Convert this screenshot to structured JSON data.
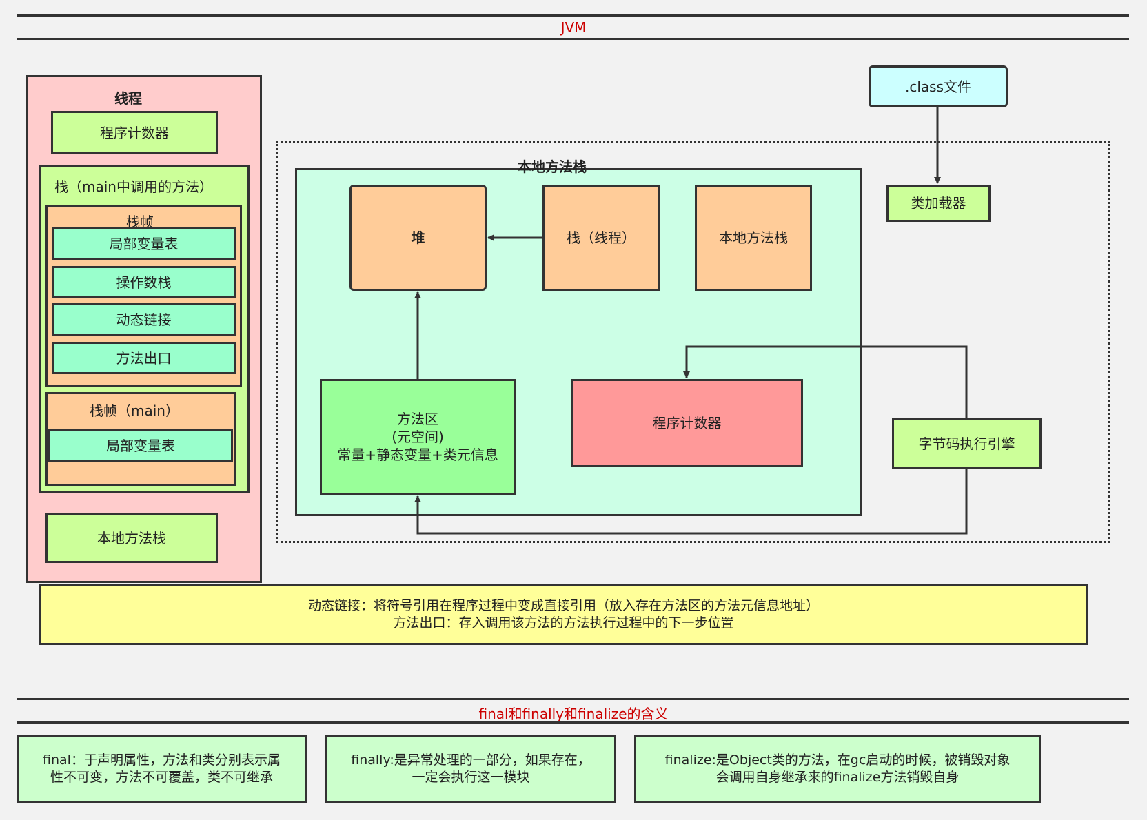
{
  "header": {
    "title": "JVM"
  },
  "thread": {
    "title": "线程",
    "pc": "程序计数器",
    "stack": {
      "title": "栈（main中调用的方法）",
      "frame1": {
        "title": "栈帧",
        "items": [
          "局部变量表",
          "操作数栈",
          "动态链接",
          "方法出口"
        ]
      },
      "frame2": {
        "title": "栈帧（main）",
        "items": [
          "局部变量表"
        ]
      }
    },
    "native": "本地方法栈"
  },
  "runtime": {
    "label": "本地方法栈",
    "heap": "堆",
    "stack_thread": "栈（线程）",
    "native_stack": "本地方法栈",
    "method_area": {
      "line1": "方法区",
      "line2": "(元空间)",
      "line3": "常量+静态变量+类元信息"
    },
    "pc": "程序计数器"
  },
  "class_file": ".class文件",
  "class_loader": "类加载器",
  "exec_engine": "字节码执行引擎",
  "note": {
    "line1": "动态链接：将符号引用在程序过程中变成直接引用（放入存在方法区的方法元信息地址）",
    "line2": "方法出口：存入调用该方法的方法执行过程中的下一步位置"
  },
  "final_section": {
    "title": "final和finally和finalize的含义",
    "final": {
      "line1": "final：于声明属性，方法和类分别表示属",
      "line2": "性不可变，方法不可覆盖，类不可继承"
    },
    "finally": {
      "line1": "finally:是异常处理的一部分，如果存在，",
      "line2": "一定会执行这一模块"
    },
    "finalize": {
      "line1": "finalize:是Object类的方法，在gc启动的时候，被销毁对象",
      "line2": "会调用自身继承来的finalize方法销毁自身"
    }
  },
  "colors": {
    "red_text": "#cc0000",
    "thread_bg": "#ffcccc",
    "light_green": "#ccff99",
    "mint": "#99ffcc",
    "peach": "#ffcc99",
    "runtime_bg": "#ccffe6",
    "method_area": "#99ff99",
    "pc_red": "#ff9999",
    "class_file": "#ccffff",
    "note_yellow": "#ffff99",
    "final_box": "#ccffcc"
  }
}
